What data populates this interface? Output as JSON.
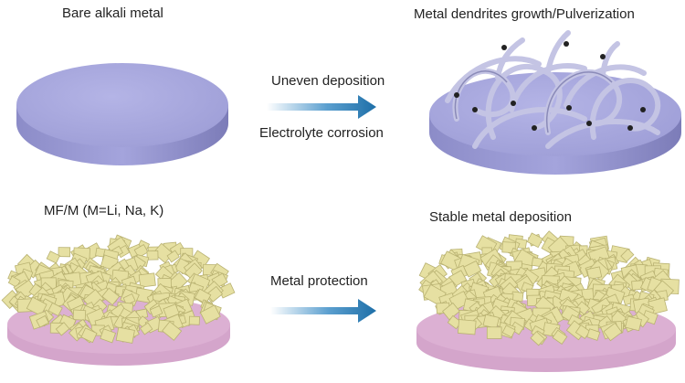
{
  "labels": {
    "bare_metal": "Bare alkali metal",
    "dendrites": "Metal dendrites growth/Pulverization",
    "uneven": "Uneven deposition",
    "corrosion": "Electrolyte corrosion",
    "mfm": "MF/M (M=Li, Na, K)",
    "stable": "Stable metal deposition",
    "protection": "Metal protection"
  },
  "colors": {
    "metal_top": "#aaaadf",
    "metal_side": "#8f8fcc",
    "crystal": "#e6e0a2",
    "crystal_dark": "#b9b272",
    "pink_base": "#d9a9cf",
    "arrow": "#1e6fa8"
  }
}
